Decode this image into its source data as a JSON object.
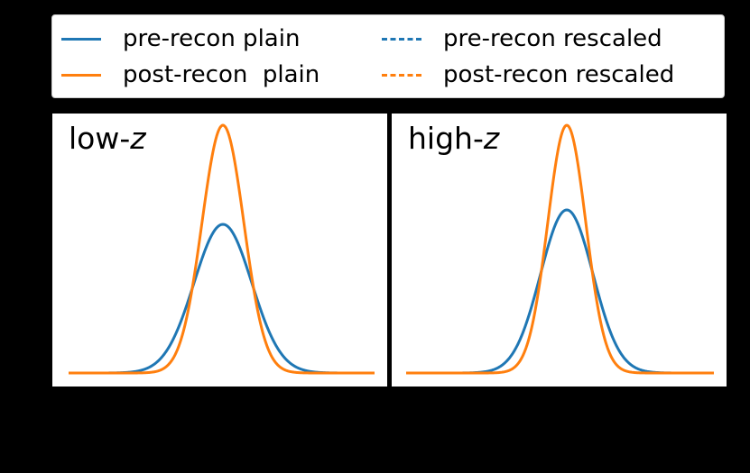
{
  "chart_data": [
    {
      "type": "line",
      "title": "low-z",
      "title_main": "low-",
      "title_var": "z",
      "xlabel": "",
      "ylabel": "",
      "grid": false,
      "ticks": "none",
      "series": [
        {
          "name": "pre-recon plain",
          "color": "#1f77b4",
          "style": "solid",
          "shape": "gaussian",
          "peak_rel": 0.6,
          "width_rel": 1.38
        },
        {
          "name": "post-recon  plain",
          "color": "#ff7f0e",
          "style": "solid",
          "shape": "gaussian",
          "peak_rel": 1.0,
          "width_rel": 1.0
        }
      ],
      "render": {
        "x0": 18,
        "x1": 357,
        "base": 288,
        "center": 189,
        "amp_blue": 165,
        "amp_orange": 275,
        "sigma_blue": 32,
        "sigma_orange": 23.2
      }
    },
    {
      "type": "line",
      "title": "high-z",
      "title_main": "high-",
      "title_var": "z",
      "xlabel": "",
      "ylabel": "",
      "grid": false,
      "ticks": "none",
      "series": [
        {
          "name": "pre-recon plain",
          "color": "#1f77b4",
          "style": "solid",
          "shape": "gaussian",
          "peak_rel": 0.66,
          "width_rel": 1.38
        },
        {
          "name": "post-recon  plain",
          "color": "#ff7f0e",
          "style": "solid",
          "shape": "gaussian",
          "peak_rel": 1.0,
          "width_rel": 1.0
        }
      ],
      "render": {
        "x0": 16,
        "x1": 357,
        "base": 288,
        "center": 194,
        "amp_blue": 181,
        "amp_orange": 275,
        "sigma_blue": 29.1,
        "sigma_orange": 21.1
      }
    }
  ],
  "legend": {
    "position": "top, outside, 2 columns",
    "items": [
      {
        "label": "pre-recon plain",
        "color": "#1f77b4",
        "style": "solid"
      },
      {
        "label": "post-recon  plain",
        "color": "#ff7f0e",
        "style": "solid"
      },
      {
        "label": "pre-recon rescaled",
        "color": "#1f77b4",
        "style": "dashed"
      },
      {
        "label": "post-recon rescaled",
        "color": "#ff7f0e",
        "style": "dashed"
      }
    ]
  },
  "colors": {
    "blue": "#1f77b4",
    "orange": "#ff7f0e",
    "background": "#000000"
  }
}
